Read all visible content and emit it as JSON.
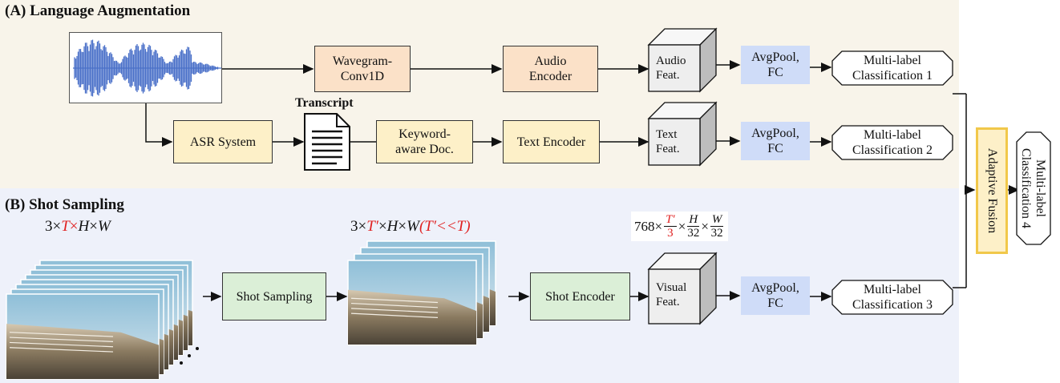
{
  "sections": {
    "a_title": "(A) Language Augmentation",
    "b_title": "(B) Shot Sampling"
  },
  "audio_branch": {
    "wavegram": "Wavegram-\nConv1D",
    "audio_encoder": "Audio\nEncoder",
    "audio_feat": "Audio\nFeat.",
    "avgpool": "AvgPool,\nFC",
    "output": "Multi-label\nClassification 1"
  },
  "text_branch": {
    "asr": "ASR System",
    "transcript_label": "Transcript",
    "keyword_doc": "Keyword-\naware Doc.",
    "text_encoder": "Text Encoder",
    "text_feat": "Text\nFeat.",
    "avgpool": "AvgPool,\nFC",
    "output": "Multi-label\nClassification 2"
  },
  "visual_branch": {
    "shot_sampling": "Shot Sampling",
    "shot_encoder": "Shot Encoder",
    "visual_feat": "Visual\nFeat.",
    "avgpool": "AvgPool,\nFC",
    "output": "Multi-label\nClassification 3"
  },
  "fusion": {
    "label": "Adaptive Fusion",
    "output": "Multi-label\nClassification 4"
  },
  "formulas": {
    "input_dims": {
      "a": "3",
      "b": "T",
      "c": "H",
      "d": "W"
    },
    "sampled_dims": {
      "a": "3",
      "b": "T′",
      "c": "H",
      "d": "W",
      "e": "(T′<<T)"
    },
    "feat_dims": {
      "a": "768",
      "n1": "T′",
      "d1": "3",
      "n2": "H",
      "d2": "32",
      "n3": "W",
      "d3": "32"
    }
  },
  "colors": {
    "section_a_bg": "#f8f4ea",
    "section_b_bg": "#eef1fa",
    "orange_box": "#fbe1c8",
    "yellow_box": "#fdf0c8",
    "green_box": "#dbefd7",
    "blue_box": "#cfdcf8",
    "fusion_border": "#f1c84a",
    "accent_red": "#e02020",
    "waveform": "#4a70c8"
  },
  "icons": [
    "waveform-image",
    "document-icon",
    "video-frame-stack",
    "feature-cube",
    "ellipsis-dots"
  ]
}
